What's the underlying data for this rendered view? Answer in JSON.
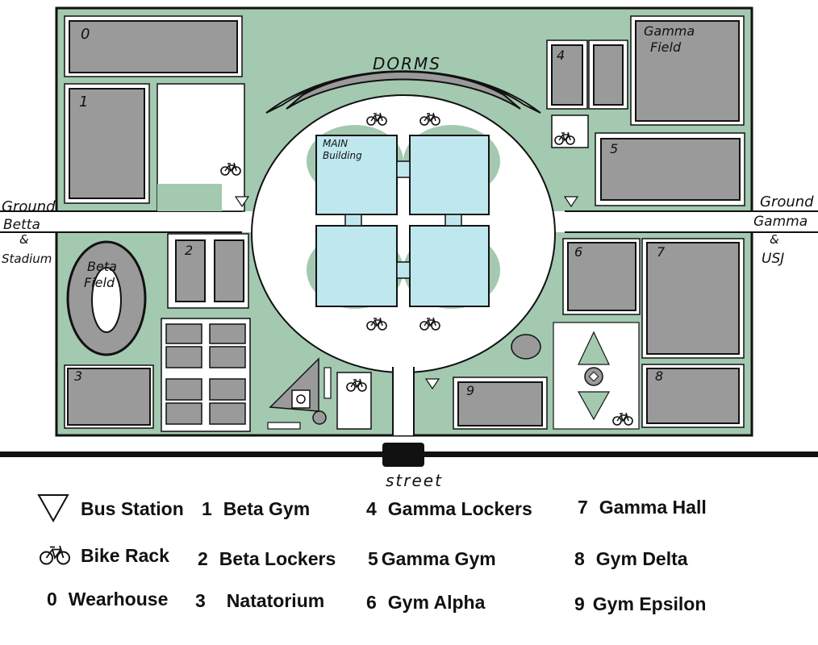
{
  "map": {
    "colors": {
      "ground": "#a3c9b0",
      "building": "#9a9a9a",
      "main_building": "#bfe7ee",
      "path": "#ffffff",
      "outline": "#111111"
    },
    "labels": {
      "dorms": "DORMS",
      "main_building_line1": "MAIN",
      "main_building_line2": "Building",
      "gamma_field_line1": "Gamma",
      "gamma_field_line2": "Field",
      "beta_field_line1": "Beta",
      "beta_field_line2": "Field",
      "street": "street",
      "left_entry_line1": "Ground",
      "left_entry_line2": "Betta",
      "left_entry_line3": "&",
      "left_entry_line4": "Stadium",
      "right_entry_line1": "Ground",
      "right_entry_line2": "Gamma",
      "right_entry_line3": "&",
      "right_entry_line4": "USJ"
    },
    "building_numbers": {
      "b0": "0",
      "b1": "1",
      "b2": "2",
      "b3": "3",
      "b4": "4",
      "b5": "5",
      "b6": "6",
      "b7": "7",
      "b8": "8",
      "b9": "9"
    }
  },
  "legend": {
    "bus_station": "Bus Station",
    "bike_rack": "Bike Rack",
    "items": [
      {
        "num": "0",
        "label": "Wearhouse"
      },
      {
        "num": "1",
        "label": "Beta Gym"
      },
      {
        "num": "2",
        "label": "Beta Lockers"
      },
      {
        "num": "3",
        "label": "Natatorium"
      },
      {
        "num": "4",
        "label": "Gamma Lockers"
      },
      {
        "num": "5",
        "label": "Gamma Gym"
      },
      {
        "num": "6",
        "label": "Gym Alpha"
      },
      {
        "num": "7",
        "label": "Gamma Hall"
      },
      {
        "num": "8",
        "label": "Gym Delta"
      },
      {
        "num": "9",
        "label": "Gym Epsilon"
      }
    ]
  }
}
